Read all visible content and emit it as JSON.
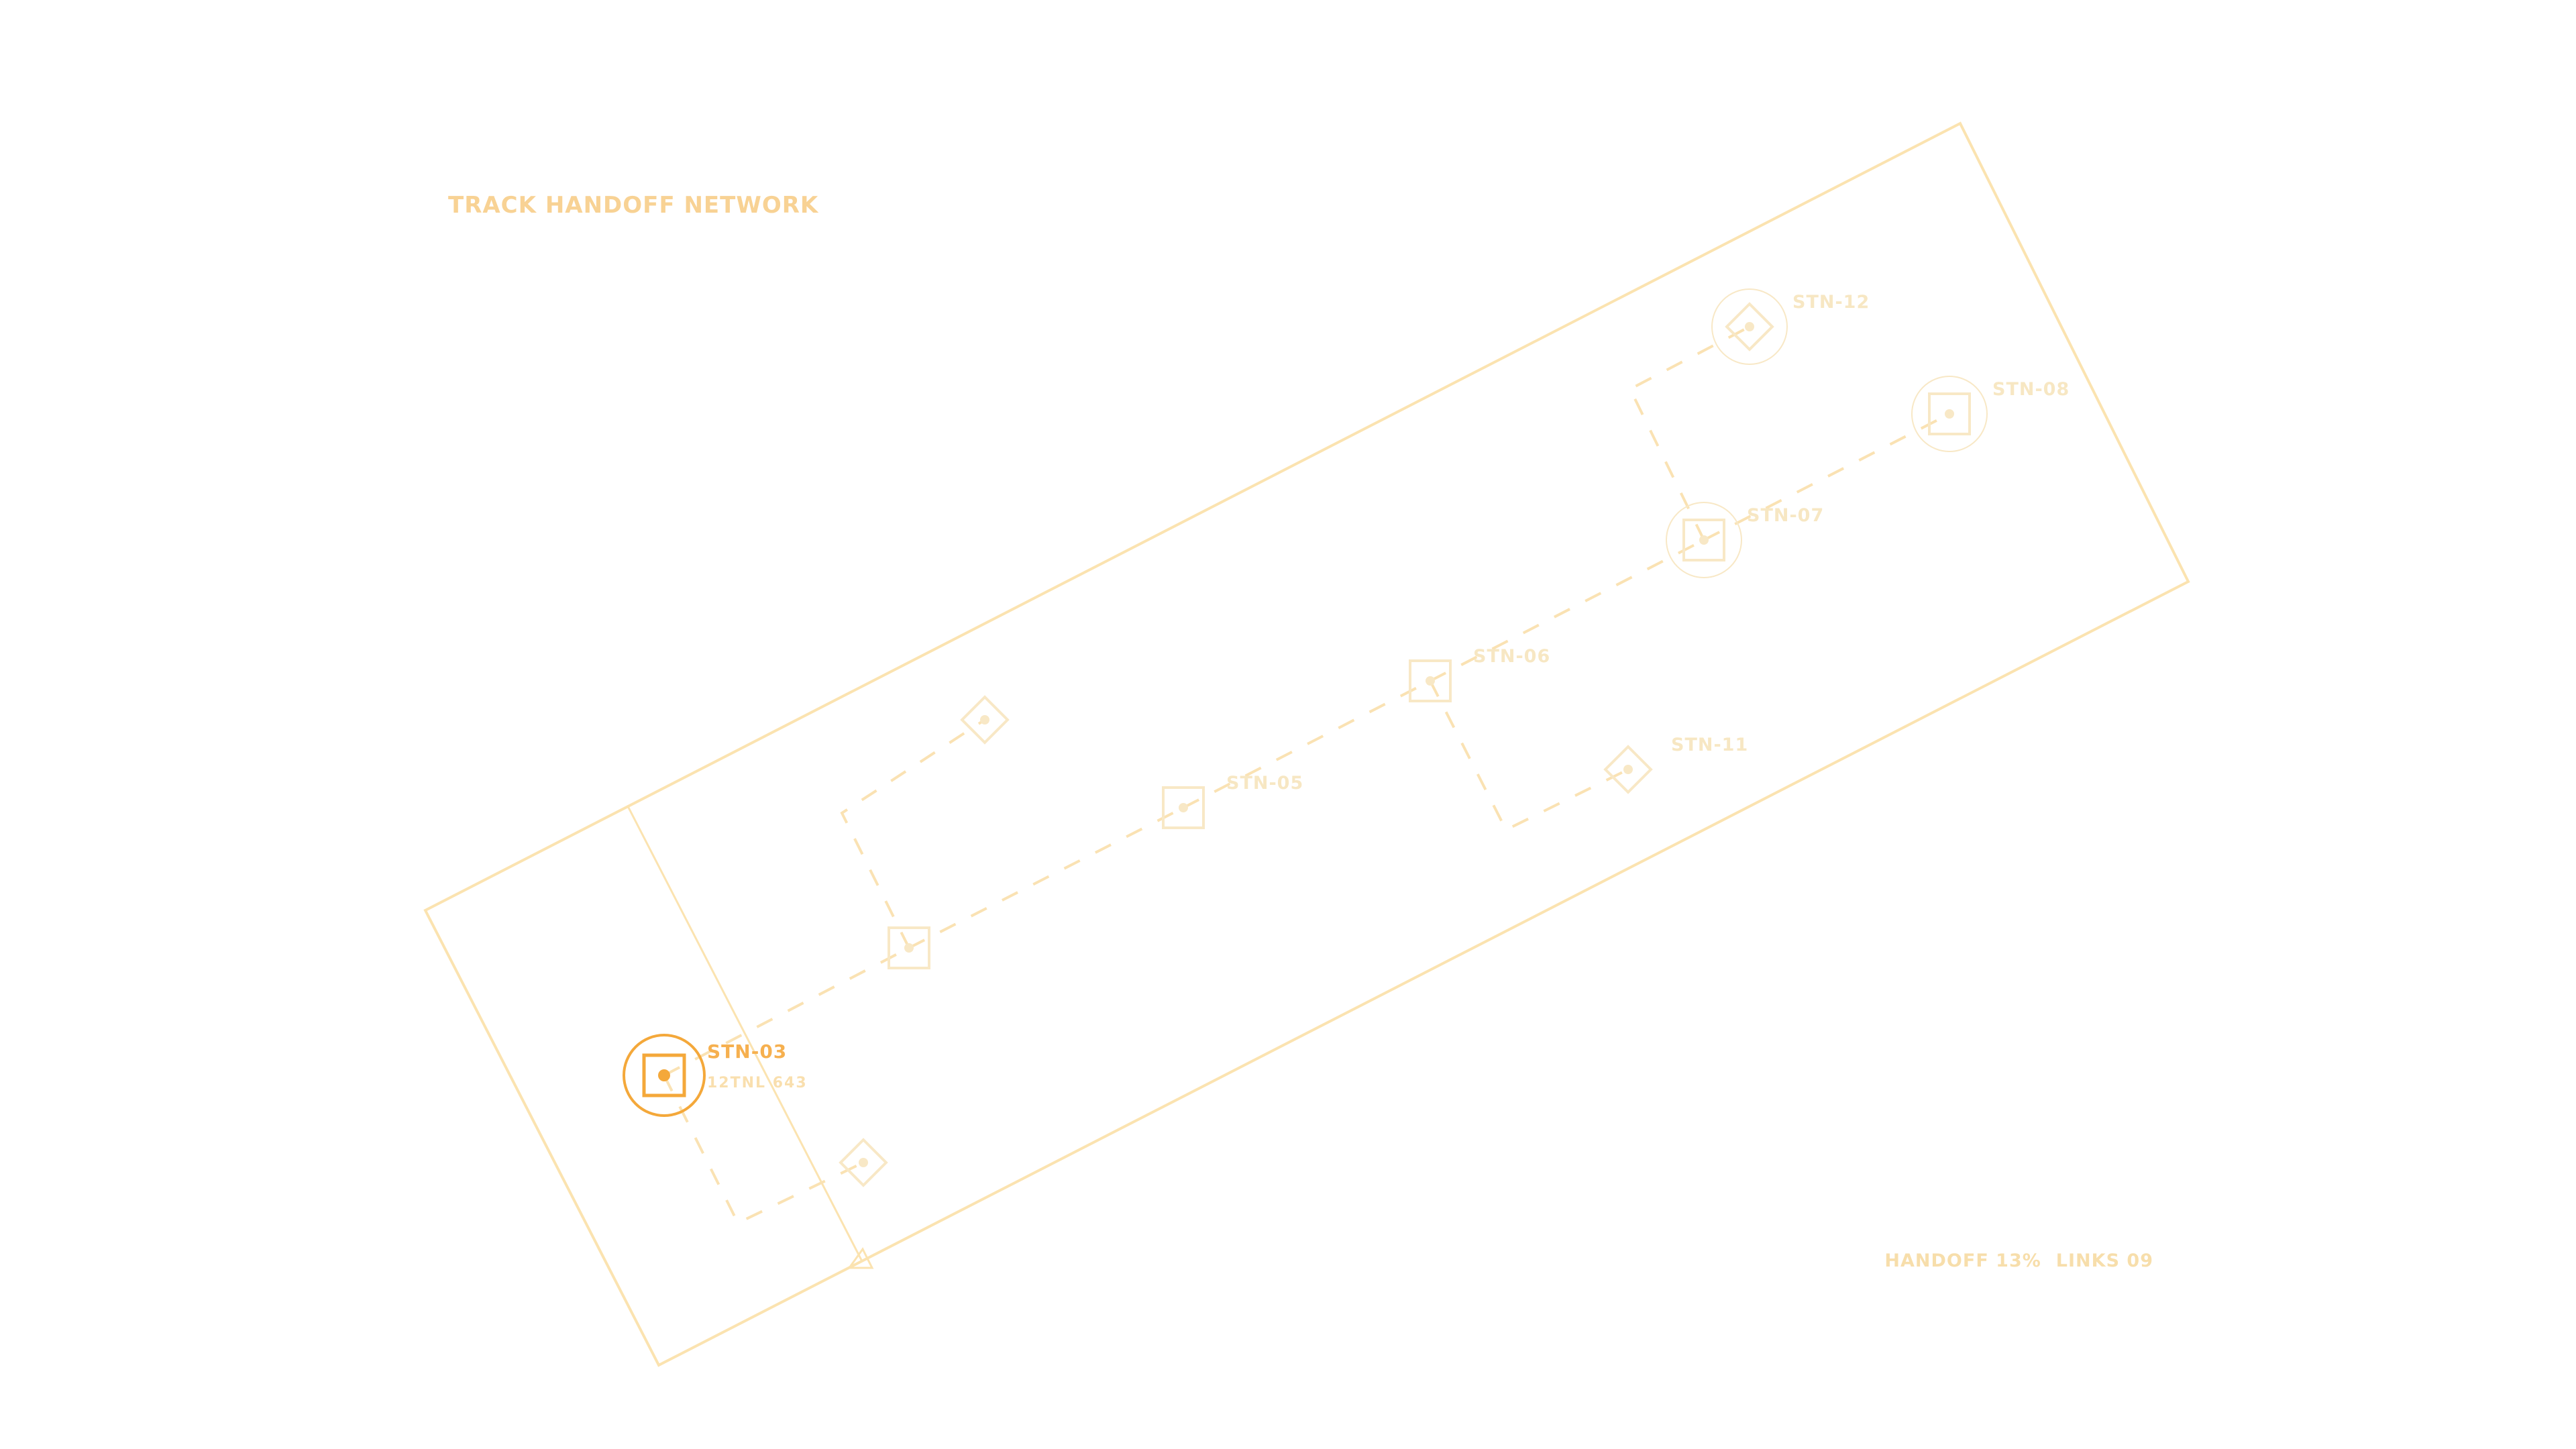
{
  "header": {
    "title": "TRACK HANDOFF NETWORK",
    "subtitle": ""
  },
  "footer": {
    "handoff_label": "HANDOFF 13%",
    "links_label": "LINKS 09",
    "hint": ""
  },
  "colors": {
    "frame": "#fbe3b0",
    "link": "#fae2b3",
    "node": "#f8e8c6",
    "node_label": "#f7e7c3",
    "active": "#f4a83a",
    "active_label": "#f6b04f",
    "active_sub": "#f9dfae",
    "title": "#f8d294"
  },
  "stations": [
    {
      "id": "STN-03",
      "label": "STN-03",
      "sub": "12TNL 643",
      "shape": "square",
      "active": true,
      "ring": true
    },
    {
      "id": "n-a",
      "label": "",
      "sub": "",
      "shape": "square",
      "active": false,
      "ring": false
    },
    {
      "id": "n-b",
      "label": "",
      "sub": "",
      "shape": "diamond",
      "active": false,
      "ring": false
    },
    {
      "id": "STN-05",
      "label": "STN-05",
      "sub": "",
      "shape": "square",
      "active": false,
      "ring": false
    },
    {
      "id": "STN-06",
      "label": "STN-06",
      "sub": "",
      "shape": "square",
      "active": false,
      "ring": false
    },
    {
      "id": "STN-07",
      "label": "STN-07",
      "sub": "",
      "shape": "square",
      "active": false,
      "ring": true
    },
    {
      "id": "STN-08",
      "label": "STN-08",
      "sub": "",
      "shape": "square",
      "active": false,
      "ring": true
    },
    {
      "id": "STN-11",
      "label": "STN-11",
      "sub": "",
      "shape": "diamond",
      "active": false,
      "ring": false
    },
    {
      "id": "STN-12",
      "label": "STN-12",
      "sub": "",
      "shape": "diamond",
      "active": false,
      "ring": true
    },
    {
      "id": "n-c",
      "label": "",
      "sub": "",
      "shape": "diamond",
      "active": false,
      "ring": false
    }
  ],
  "links": [
    {
      "from": "STN-03",
      "to": "n-a"
    },
    {
      "from": "n-a",
      "to": "STN-05"
    },
    {
      "from": "STN-05",
      "to": "STN-06"
    },
    {
      "from": "STN-06",
      "to": "STN-07"
    },
    {
      "from": "STN-07",
      "to": "STN-08"
    },
    {
      "from": "STN-07",
      "to": "STN-12"
    },
    {
      "from": "STN-06",
      "to": "STN-11"
    },
    {
      "from": "n-a",
      "to": "n-b"
    },
    {
      "from": "STN-03",
      "to": "n-c"
    }
  ]
}
